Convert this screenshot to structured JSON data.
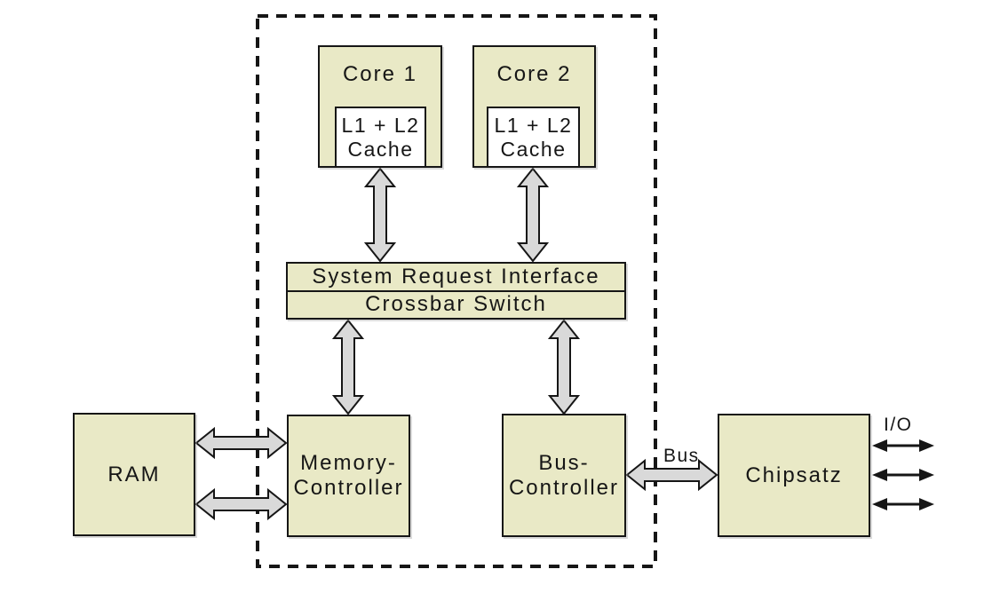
{
  "diagram": {
    "type": "block-diagram",
    "subject": "dual-core-cpu-architecture",
    "boxes": {
      "core1": {
        "label": "Core 1"
      },
      "core2": {
        "label": "Core 2"
      },
      "cache1": {
        "line1": "L1 + L2",
        "line2": "Cache"
      },
      "cache2": {
        "line1": "L1 + L2",
        "line2": "Cache"
      },
      "system_request_interface": {
        "label": "System Request Interface"
      },
      "crossbar_switch": {
        "label": "Crossbar Switch"
      },
      "ram": {
        "label": "RAM"
      },
      "memory_controller": {
        "line1": "Memory-",
        "line2": "Controller"
      },
      "bus_controller": {
        "line1": "Bus-",
        "line2": "Controller"
      },
      "chipsatz": {
        "label": "Chipsatz"
      }
    },
    "labels": {
      "bus": "Bus",
      "io": "I/O"
    },
    "connections": [
      "Core 1 Cache <-> System Request Interface",
      "Core 2 Cache <-> System Request Interface",
      "Crossbar Switch <-> Memory-Controller",
      "Crossbar Switch <-> Bus-Controller",
      "RAM <-> Memory-Controller (2 channels)",
      "Bus-Controller <-> Chipsatz (Bus)",
      "Chipsatz <-> I/O (3 lines)"
    ],
    "colors": {
      "box_fill": "#e9e9c6",
      "cache_fill": "#ffffff",
      "arrow_fill": "#d9d9d9",
      "line": "#161616",
      "background": "#ffffff"
    }
  }
}
